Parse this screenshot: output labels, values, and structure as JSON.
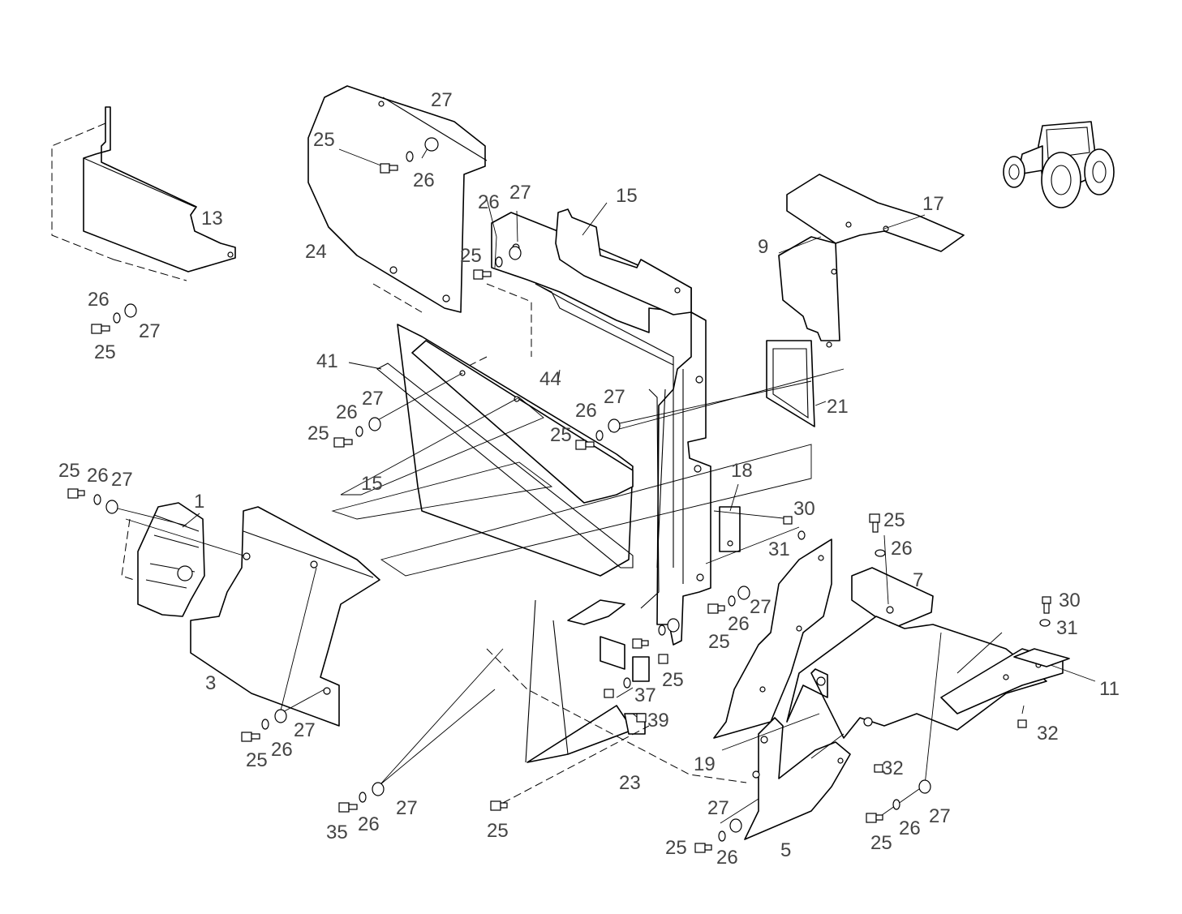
{
  "diagram": {
    "labels": [
      "27",
      "25",
      "26",
      "13",
      "26",
      "27",
      "25",
      "24",
      "26",
      "27",
      "15",
      "25",
      "17",
      "9",
      "41",
      "44",
      "27",
      "26",
      "25",
      "27",
      "26",
      "25",
      "21",
      "25",
      "26",
      "27",
      "1",
      "15",
      "18",
      "30",
      "31",
      "25",
      "26",
      "7",
      "30",
      "31",
      "11",
      "3",
      "27",
      "26",
      "25",
      "25",
      "37",
      "39",
      "23",
      "19",
      "32",
      "32",
      "27",
      "26",
      "25",
      "35",
      "26",
      "27",
      "25",
      "27",
      "25",
      "26",
      "5",
      "26",
      "25",
      "27"
    ],
    "icon": "tractor-icon"
  }
}
